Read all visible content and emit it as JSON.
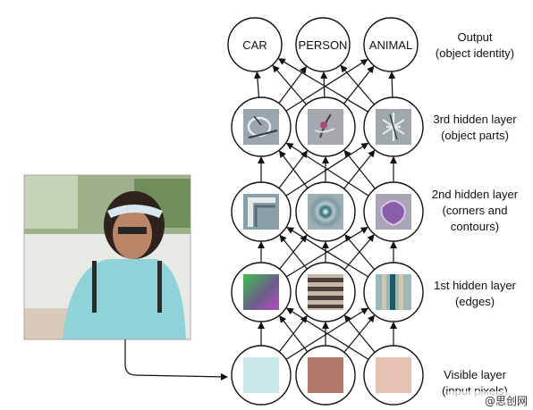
{
  "output_nodes": [
    {
      "label": "CAR"
    },
    {
      "label": "PERSON"
    },
    {
      "label": "ANIMAL"
    }
  ],
  "layer_labels": {
    "output": [
      "Output",
      "(object identity)"
    ],
    "hidden3": [
      "3rd hidden layer",
      "(object parts)"
    ],
    "hidden2": [
      "2nd hidden layer",
      "(corners and",
      "contours)"
    ],
    "hidden1": [
      "1st hidden layer",
      "(edges)"
    ],
    "visible": [
      "Visible layer",
      "(input pixels)"
    ]
  },
  "visible_pixel_colors": [
    "#c8e8ea",
    "#b07868",
    "#e6c2b4"
  ],
  "icons": {
    "photo": "person-photo-icon",
    "hidden1": [
      "gradient-edge-icon",
      "horizontal-stripes-icon",
      "vertical-stripes-icon"
    ],
    "hidden2": [
      "corner-contour-icon",
      "circle-contour-icon",
      "blob-contour-icon"
    ],
    "hidden3": [
      "wheel-part-icon",
      "face-part-icon",
      "leg-part-icon"
    ]
  },
  "watermark": "@思创网"
}
